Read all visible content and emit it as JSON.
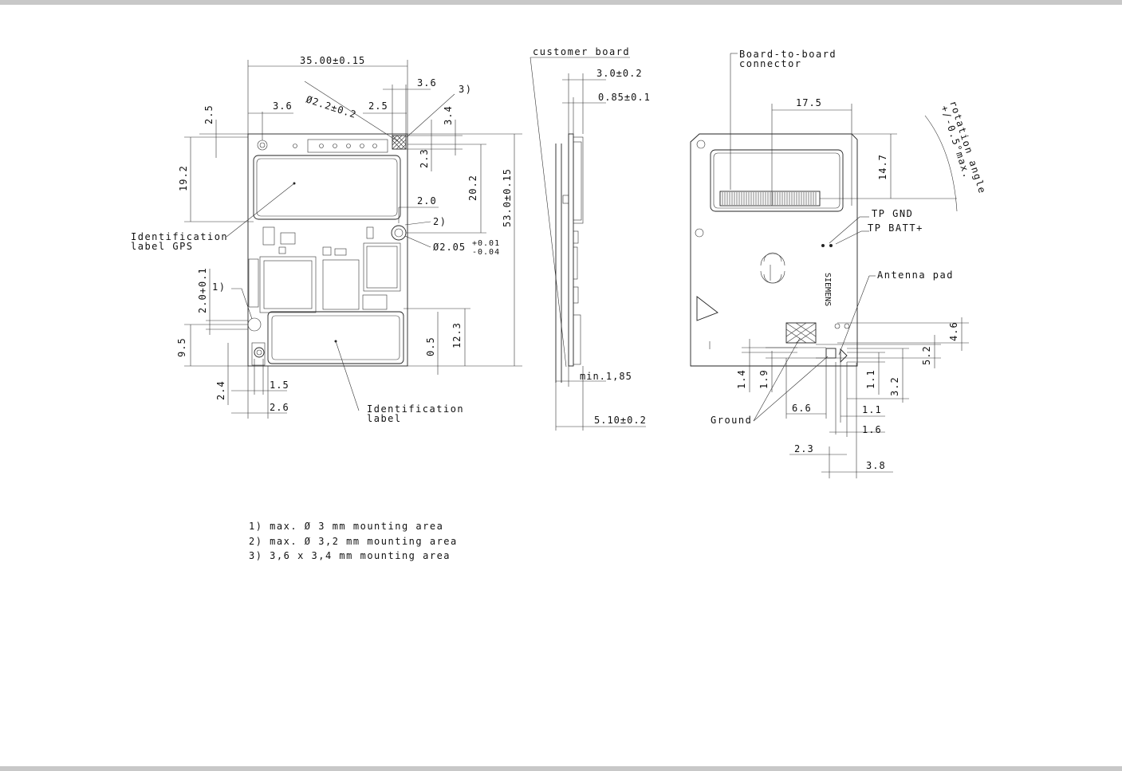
{
  "front_view": {
    "width_dim": "35.00±0.15",
    "hole_dim": "Ø2.2±0.2",
    "d_3_6_top": "3.6",
    "ref3": "3)",
    "d_2_5_left": "2.5",
    "d_3_6_left": "3.6",
    "d_2_5_mid": "2.5",
    "d_3_4": "3.4",
    "d_2_3": "2.3",
    "d_19_2": "19.2",
    "d_20_2": "20.2",
    "d_53": "53.0±0.15",
    "d_2_0": "2.0",
    "ref2": "2)",
    "hole2_dim": "Ø2.05",
    "hole2_tol_plus": "+0.01",
    "hole2_tol_minus": "-0.04",
    "id_label_gps_1": "Identification",
    "id_label_gps_2": "label GPS",
    "ref1": "1)",
    "d_2_0_tol": "2.0+0.1",
    "d_9_5": "9.5",
    "d_0_5": "0.5",
    "d_12_3": "12.3",
    "d_2_4": "2.4",
    "d_1_5": "1.5",
    "d_2_6": "2.6",
    "id_label_1": "Identification",
    "id_label_2": "label"
  },
  "side_view": {
    "customer_board": "customer board",
    "d_3_0": "3.0±0.2",
    "d_0_85": "0.85±0.1",
    "d_min": "min.1,85",
    "d_5_10": "5.10±0.2"
  },
  "back_view": {
    "connector_1": "Board-to-board",
    "connector_2": "connector",
    "d_17_5": "17.5",
    "d_14_7": "14.7",
    "rotation_1": "rotation angle",
    "rotation_2": "+/-0.5°max.",
    "tp_gnd": "TP GND",
    "tp_batt": "TP BATT+",
    "brand": "SIEMENS",
    "antenna_pad": "Antenna pad",
    "d_4_6": "4.6",
    "d_5_2": "5.2",
    "d_1_4": "1.4",
    "d_1_9": "1.9",
    "d_1_1_v": "1.1",
    "d_3_2": "3.2",
    "ground": "Ground",
    "d_6_6": "6.6",
    "d_1_1_h": "1.1",
    "d_1_6": "1.6",
    "d_2_3": "2.3",
    "d_3_8": "3.8"
  },
  "notes": [
    "1) max. Ø 3 mm mounting area",
    "2) max. Ø 3,2 mm mounting area",
    "3) 3,6 x 3,4 mm mounting area"
  ]
}
